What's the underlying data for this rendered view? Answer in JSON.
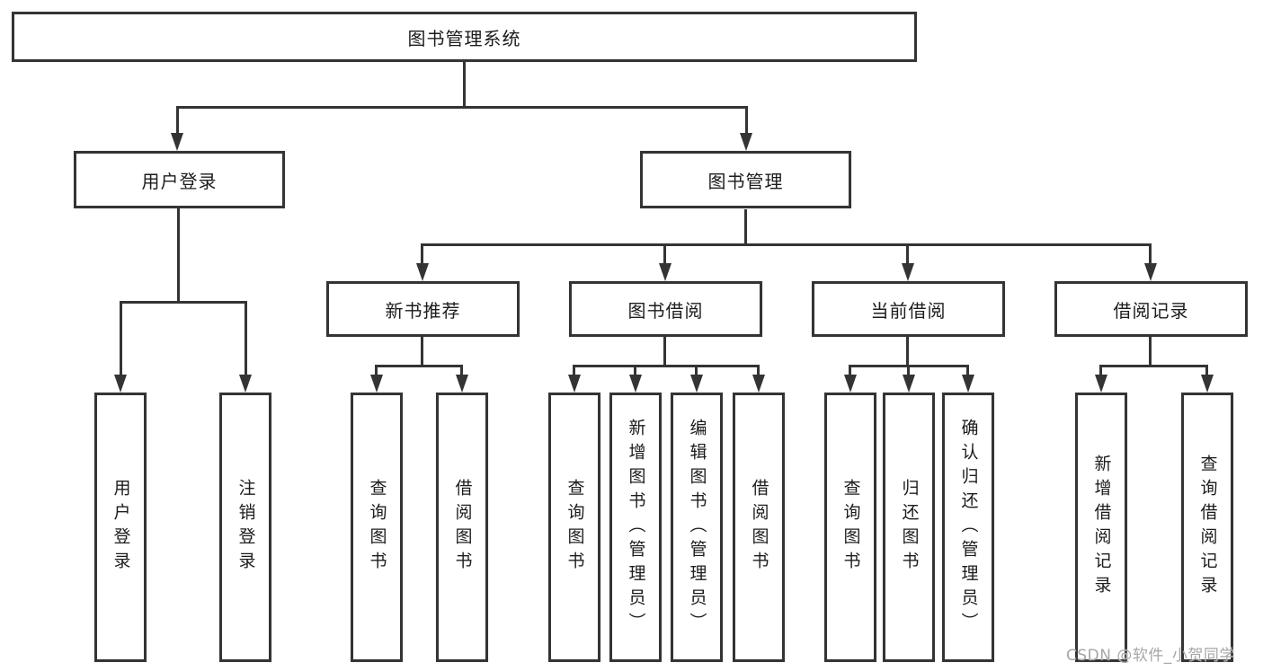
{
  "tree": {
    "label": "图书管理系统",
    "children": [
      {
        "label": "用户登录",
        "children": [
          {
            "label": "用户登录"
          },
          {
            "label": "注销登录"
          }
        ]
      },
      {
        "label": "图书管理",
        "children": [
          {
            "label": "新书推荐",
            "children": [
              {
                "label": "查询图书"
              },
              {
                "label": "借阅图书"
              }
            ]
          },
          {
            "label": "图书借阅",
            "children": [
              {
                "label": "查询图书"
              },
              {
                "label": "新增图书（管理员）"
              },
              {
                "label": "编辑图书（管理员）"
              },
              {
                "label": "借阅图书"
              }
            ]
          },
          {
            "label": "当前借阅",
            "children": [
              {
                "label": "查询图书"
              },
              {
                "label": "归还图书"
              },
              {
                "label": "确认归还（管理员）"
              }
            ]
          },
          {
            "label": "借阅记录",
            "children": [
              {
                "label": "新增借阅记录"
              },
              {
                "label": "查询借阅记录"
              }
            ]
          }
        ]
      }
    ]
  },
  "watermark": {
    "text": "CSDN @软件_小贺同学"
  },
  "colors": {
    "line": "#343434",
    "box_background": "#ffffff",
    "text": "#1c1c1c",
    "watermark": "#a6a6a6"
  }
}
